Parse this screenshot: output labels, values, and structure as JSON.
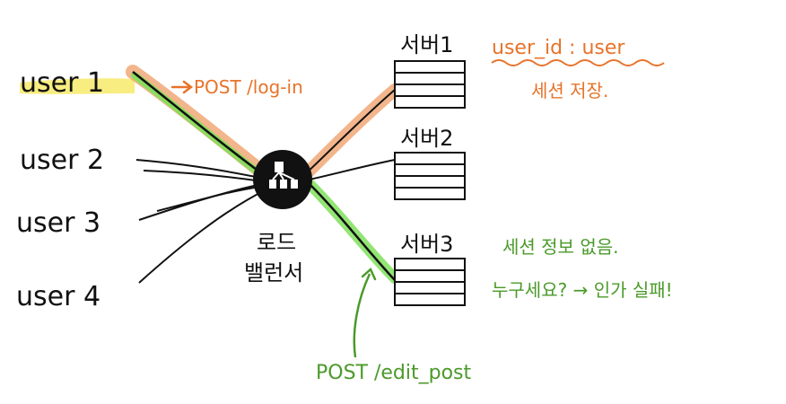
{
  "users": [
    {
      "label": "user 1"
    },
    {
      "label": "user 2"
    },
    {
      "label": "user 3"
    },
    {
      "label": "user 4"
    }
  ],
  "load_balancer": {
    "line1": "로드",
    "line2": "밸런서"
  },
  "servers": [
    {
      "label": "서버1"
    },
    {
      "label": "서버2"
    },
    {
      "label": "서버3"
    }
  ],
  "annotations": {
    "login_request": "POST /log-in",
    "session_key": "user_id : user",
    "session_saved": "세션 저장.",
    "no_session": "세션 정보 없음.",
    "auth_fail": "누구세요? → 인가 실패!",
    "edit_request": "POST /edit_post"
  },
  "colors": {
    "ink": "#111111",
    "orange": "#e8732a",
    "orange_halo": "#f0a26e",
    "green": "#4b9a2a",
    "green_halo": "#7fe05a",
    "yellow_highlight": "#f7ea6a"
  }
}
